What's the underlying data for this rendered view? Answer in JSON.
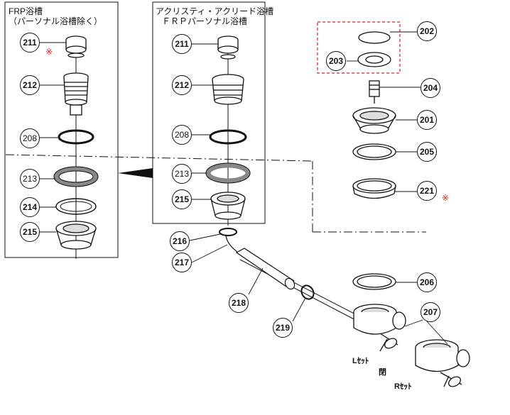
{
  "left_panel": {
    "caption_line1": "FRP浴槽",
    "caption_line2": "（パーソナル浴槽除く）"
  },
  "mid_panel": {
    "caption_line1": "アクリスティ・アクリード浴槽",
    "caption_line2": "ＦＲＰパーソナル浴槽"
  },
  "note_mark": "※",
  "parts": {
    "p201": "201",
    "p202": "202",
    "p203": "203",
    "p204": "204",
    "p205": "205",
    "p206": "206",
    "p207": "207",
    "p208": "208",
    "p211": "211",
    "p212": "212",
    "p213": "213",
    "p214": "214",
    "p215": "215",
    "p216": "216",
    "p217": "217",
    "p218": "218",
    "p219": "219",
    "p221": "221"
  },
  "labels": {
    "l_set": "Lｾｯﾄ",
    "r_set": "Rｾｯﾄ",
    "closed": "閉"
  }
}
